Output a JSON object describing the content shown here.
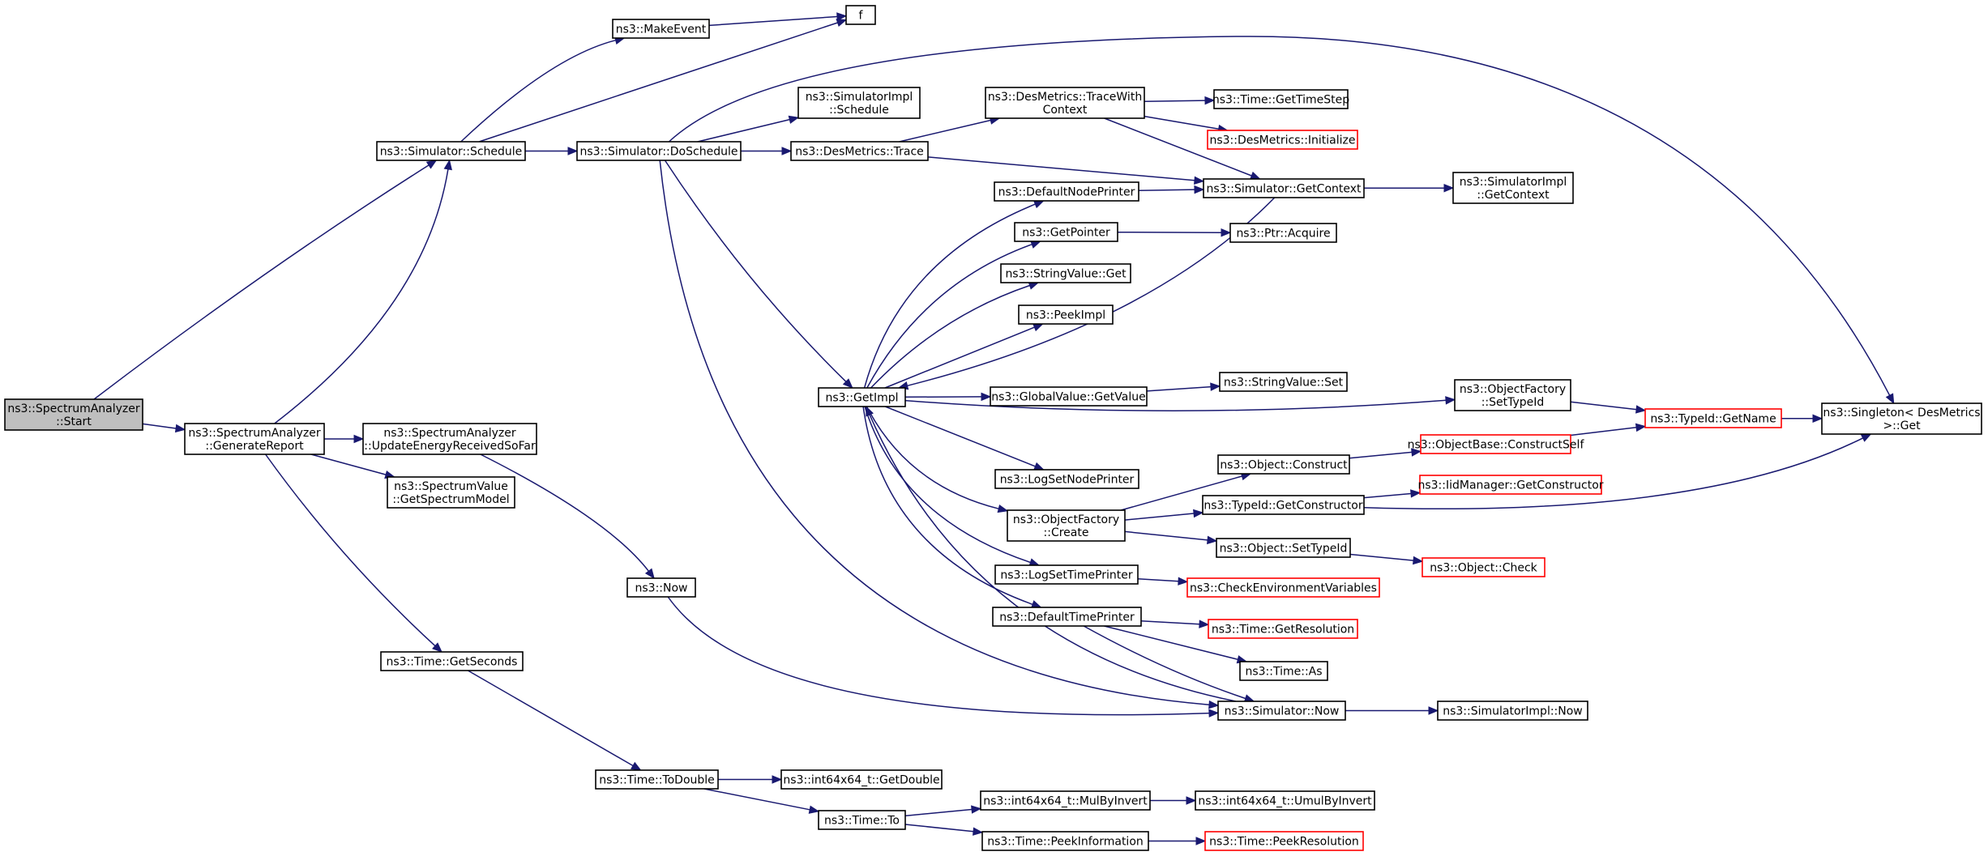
{
  "colors": {
    "edge": "#191970",
    "node_border": "#000000",
    "node_border_truncated": "#ff0000",
    "node_fill": "#ffffff",
    "node_fill_selected": "#bfbfbf"
  },
  "nodes": [
    {
      "id": "n_start",
      "lines": [
        "ns3::SpectrumAnalyzer",
        "::Start"
      ],
      "selected": true
    },
    {
      "id": "n_genreport",
      "lines": [
        "ns3::SpectrumAnalyzer",
        "::GenerateReport"
      ]
    },
    {
      "id": "n_schedule",
      "lines": [
        "ns3::Simulator::Schedule"
      ]
    },
    {
      "id": "n_makeevent",
      "lines": [
        "ns3::MakeEvent"
      ]
    },
    {
      "id": "n_f",
      "lines": [
        "f"
      ]
    },
    {
      "id": "n_doschedule",
      "lines": [
        "ns3::Simulator::DoSchedule"
      ]
    },
    {
      "id": "n_simimpl_schedule",
      "lines": [
        "ns3::SimulatorImpl",
        "::Schedule"
      ]
    },
    {
      "id": "n_desmetrics_trace",
      "lines": [
        "ns3::DesMetrics::Trace"
      ]
    },
    {
      "id": "n_desmetrics_tracewithcontext",
      "lines": [
        "ns3::DesMetrics::TraceWith",
        "Context"
      ]
    },
    {
      "id": "n_time_gettimestep",
      "lines": [
        "ns3::Time::GetTimeStep"
      ]
    },
    {
      "id": "n_desmetrics_initialize",
      "lines": [
        "ns3::DesMetrics::Initialize"
      ],
      "truncated": true
    },
    {
      "id": "n_sim_getcontext",
      "lines": [
        "ns3::Simulator::GetContext"
      ]
    },
    {
      "id": "n_simimpl_getcontext",
      "lines": [
        "ns3::SimulatorImpl",
        "::GetContext"
      ]
    },
    {
      "id": "n_defaultnodeprinter",
      "lines": [
        "ns3::DefaultNodePrinter"
      ]
    },
    {
      "id": "n_getpointer",
      "lines": [
        "ns3::GetPointer"
      ]
    },
    {
      "id": "n_ptr_acquire",
      "lines": [
        "ns3::Ptr::Acquire"
      ]
    },
    {
      "id": "n_stringvalue_get",
      "lines": [
        "ns3::StringValue::Get"
      ]
    },
    {
      "id": "n_peekimpl",
      "lines": [
        "ns3::PeekImpl"
      ]
    },
    {
      "id": "n_getimpl",
      "lines": [
        "ns3::GetImpl"
      ]
    },
    {
      "id": "n_globalvalue_getvalue",
      "lines": [
        "ns3::GlobalValue::GetValue"
      ]
    },
    {
      "id": "n_stringvalue_set",
      "lines": [
        "ns3::StringValue::Set"
      ]
    },
    {
      "id": "n_objectfactory_settypeid",
      "lines": [
        "ns3::ObjectFactory",
        "::SetTypeId"
      ]
    },
    {
      "id": "n_typeid_getname",
      "lines": [
        "ns3::TypeId::GetName"
      ],
      "truncated": true
    },
    {
      "id": "n_singleton_get",
      "lines": [
        "ns3::Singleton< DesMetrics",
        ">::Get"
      ]
    },
    {
      "id": "n_updateenergy",
      "lines": [
        "ns3::SpectrumAnalyzer",
        "::UpdateEnergyReceivedSoFar"
      ]
    },
    {
      "id": "n_spectrumvalue_getmodel",
      "lines": [
        "ns3::SpectrumValue",
        "::GetSpectrumModel"
      ]
    },
    {
      "id": "n_object_construct",
      "lines": [
        "ns3::Object::Construct"
      ]
    },
    {
      "id": "n_objectbase_constructself",
      "lines": [
        "ns3::ObjectBase::ConstructSelf"
      ],
      "truncated": true
    },
    {
      "id": "n_logsetnodeprinter",
      "lines": [
        "ns3::LogSetNodePrinter"
      ]
    },
    {
      "id": "n_iidmanager_getconstructor",
      "lines": [
        "ns3::IidManager::GetConstructor"
      ],
      "truncated": true
    },
    {
      "id": "n_typeid_getconstructor",
      "lines": [
        "ns3::TypeId::GetConstructor"
      ]
    },
    {
      "id": "n_objectfactory_create",
      "lines": [
        "ns3::ObjectFactory",
        "::Create"
      ]
    },
    {
      "id": "n_object_settypeid",
      "lines": [
        "ns3::Object::SetTypeId"
      ]
    },
    {
      "id": "n_object_check",
      "lines": [
        "ns3::Object::Check"
      ],
      "truncated": true
    },
    {
      "id": "n_logsettimeprinter",
      "lines": [
        "ns3::LogSetTimePrinter"
      ]
    },
    {
      "id": "n_checkenvvars",
      "lines": [
        "ns3::CheckEnvironmentVariables"
      ],
      "truncated": true
    },
    {
      "id": "n_now",
      "lines": [
        "ns3::Now"
      ]
    },
    {
      "id": "n_defaulttimeprinter",
      "lines": [
        "ns3::DefaultTimePrinter"
      ]
    },
    {
      "id": "n_time_getresolution",
      "lines": [
        "ns3::Time::GetResolution"
      ],
      "truncated": true
    },
    {
      "id": "n_time_as",
      "lines": [
        "ns3::Time::As"
      ]
    },
    {
      "id": "n_time_getseconds",
      "lines": [
        "ns3::Time::GetSeconds"
      ]
    },
    {
      "id": "n_sim_now",
      "lines": [
        "ns3::Simulator::Now"
      ]
    },
    {
      "id": "n_simimpl_now",
      "lines": [
        "ns3::SimulatorImpl::Now"
      ]
    },
    {
      "id": "n_time_todouble",
      "lines": [
        "ns3::Time::ToDouble"
      ]
    },
    {
      "id": "n_int64_getdouble",
      "lines": [
        "ns3::int64x64_t::GetDouble"
      ]
    },
    {
      "id": "n_int64_mulbyinvert",
      "lines": [
        "ns3::int64x64_t::MulByInvert"
      ]
    },
    {
      "id": "n_int64_umulbyinvert",
      "lines": [
        "ns3::int64x64_t::UmulByInvert"
      ]
    },
    {
      "id": "n_time_to",
      "lines": [
        "ns3::Time::To"
      ]
    },
    {
      "id": "n_time_peekinformation",
      "lines": [
        "ns3::Time::PeekInformation"
      ]
    },
    {
      "id": "n_time_peekresolution",
      "lines": [
        "ns3::Time::PeekResolution"
      ],
      "truncated": true
    }
  ],
  "edges": [
    {
      "from": "n_start",
      "to": "n_schedule"
    },
    {
      "from": "n_start",
      "to": "n_genreport"
    },
    {
      "from": "n_genreport",
      "to": "n_schedule"
    },
    {
      "from": "n_genreport",
      "to": "n_updateenergy"
    },
    {
      "from": "n_genreport",
      "to": "n_spectrumvalue_getmodel"
    },
    {
      "from": "n_genreport",
      "to": "n_time_getseconds"
    },
    {
      "from": "n_schedule",
      "to": "n_makeevent"
    },
    {
      "from": "n_schedule",
      "to": "n_f"
    },
    {
      "from": "n_schedule",
      "to": "n_doschedule"
    },
    {
      "from": "n_makeevent",
      "to": "n_f"
    },
    {
      "from": "n_doschedule",
      "to": "n_simimpl_schedule"
    },
    {
      "from": "n_doschedule",
      "to": "n_desmetrics_trace"
    },
    {
      "from": "n_doschedule",
      "to": "n_singleton_get"
    },
    {
      "from": "n_doschedule",
      "to": "n_getimpl"
    },
    {
      "from": "n_doschedule",
      "to": "n_sim_now"
    },
    {
      "from": "n_desmetrics_trace",
      "to": "n_desmetrics_tracewithcontext"
    },
    {
      "from": "n_desmetrics_trace",
      "to": "n_sim_getcontext"
    },
    {
      "from": "n_desmetrics_tracewithcontext",
      "to": "n_time_gettimestep"
    },
    {
      "from": "n_desmetrics_tracewithcontext",
      "to": "n_desmetrics_initialize"
    },
    {
      "from": "n_desmetrics_tracewithcontext",
      "to": "n_sim_getcontext"
    },
    {
      "from": "n_sim_getcontext",
      "to": "n_simimpl_getcontext"
    },
    {
      "from": "n_sim_getcontext",
      "to": "n_getimpl"
    },
    {
      "from": "n_defaultnodeprinter",
      "to": "n_sim_getcontext"
    },
    {
      "from": "n_getpointer",
      "to": "n_ptr_acquire"
    },
    {
      "from": "n_getimpl",
      "to": "n_defaultnodeprinter"
    },
    {
      "from": "n_getimpl",
      "to": "n_getpointer"
    },
    {
      "from": "n_getimpl",
      "to": "n_stringvalue_get"
    },
    {
      "from": "n_getimpl",
      "to": "n_peekimpl"
    },
    {
      "from": "n_getimpl",
      "to": "n_globalvalue_getvalue"
    },
    {
      "from": "n_getimpl",
      "to": "n_objectfactory_settypeid"
    },
    {
      "from": "n_getimpl",
      "to": "n_logsetnodeprinter"
    },
    {
      "from": "n_getimpl",
      "to": "n_objectfactory_create"
    },
    {
      "from": "n_getimpl",
      "to": "n_logsettimeprinter"
    },
    {
      "from": "n_getimpl",
      "to": "n_defaulttimeprinter"
    },
    {
      "from": "n_globalvalue_getvalue",
      "to": "n_stringvalue_set"
    },
    {
      "from": "n_objectfactory_settypeid",
      "to": "n_typeid_getname"
    },
    {
      "from": "n_typeid_getname",
      "to": "n_singleton_get"
    },
    {
      "from": "n_objectbase_constructself",
      "to": "n_typeid_getname"
    },
    {
      "from": "n_object_construct",
      "to": "n_objectbase_constructself"
    },
    {
      "from": "n_objectfactory_create",
      "to": "n_object_construct"
    },
    {
      "from": "n_objectfactory_create",
      "to": "n_typeid_getconstructor"
    },
    {
      "from": "n_objectfactory_create",
      "to": "n_object_settypeid"
    },
    {
      "from": "n_typeid_getconstructor",
      "to": "n_iidmanager_getconstructor"
    },
    {
      "from": "n_typeid_getconstructor",
      "to": "n_singleton_get"
    },
    {
      "from": "n_object_settypeid",
      "to": "n_object_check"
    },
    {
      "from": "n_logsettimeprinter",
      "to": "n_checkenvvars"
    },
    {
      "from": "n_defaulttimeprinter",
      "to": "n_time_getresolution"
    },
    {
      "from": "n_defaulttimeprinter",
      "to": "n_time_as"
    },
    {
      "from": "n_defaulttimeprinter",
      "to": "n_sim_now"
    },
    {
      "from": "n_sim_now",
      "to": "n_simimpl_now"
    },
    {
      "from": "n_sim_now",
      "to": "n_getimpl"
    },
    {
      "from": "n_updateenergy",
      "to": "n_now"
    },
    {
      "from": "n_now",
      "to": "n_sim_now"
    },
    {
      "from": "n_time_getseconds",
      "to": "n_time_todouble"
    },
    {
      "from": "n_time_todouble",
      "to": "n_int64_getdouble"
    },
    {
      "from": "n_time_todouble",
      "to": "n_time_to"
    },
    {
      "from": "n_time_to",
      "to": "n_int64_mulbyinvert"
    },
    {
      "from": "n_time_to",
      "to": "n_time_peekinformation"
    },
    {
      "from": "n_int64_mulbyinvert",
      "to": "n_int64_umulbyinvert"
    },
    {
      "from": "n_time_peekinformation",
      "to": "n_time_peekresolution"
    }
  ]
}
